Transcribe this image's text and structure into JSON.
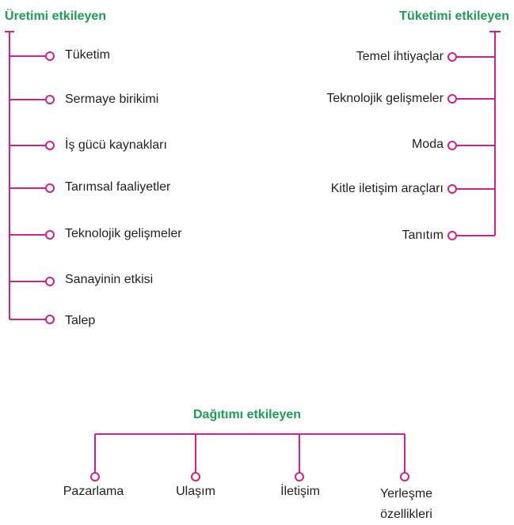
{
  "colors": {
    "accent": "#d41f8c",
    "title": "#1aa053",
    "text": "#231f20"
  },
  "production": {
    "title": "Üretimi etkileyen",
    "items": [
      "Tüketim",
      "Sermaye birikimi",
      "İş gücü kaynakları",
      "Tarımsal faaliyetler",
      "Teknolojik gelişmeler",
      "Sanayinin etkisi",
      "Talep"
    ]
  },
  "consumption": {
    "title": "Tüketimi etkileyen",
    "items": [
      "Temel ihtiyaçlar",
      "Teknolojik gelişmeler",
      "Moda",
      "Kitle iletişim araçları",
      "Tanıtım"
    ]
  },
  "distribution": {
    "title": "Dağıtımı etkileyen",
    "items": [
      "Pazarlama",
      "Ulaşım",
      "İletişim",
      "Yerleşme özellikleri"
    ]
  }
}
